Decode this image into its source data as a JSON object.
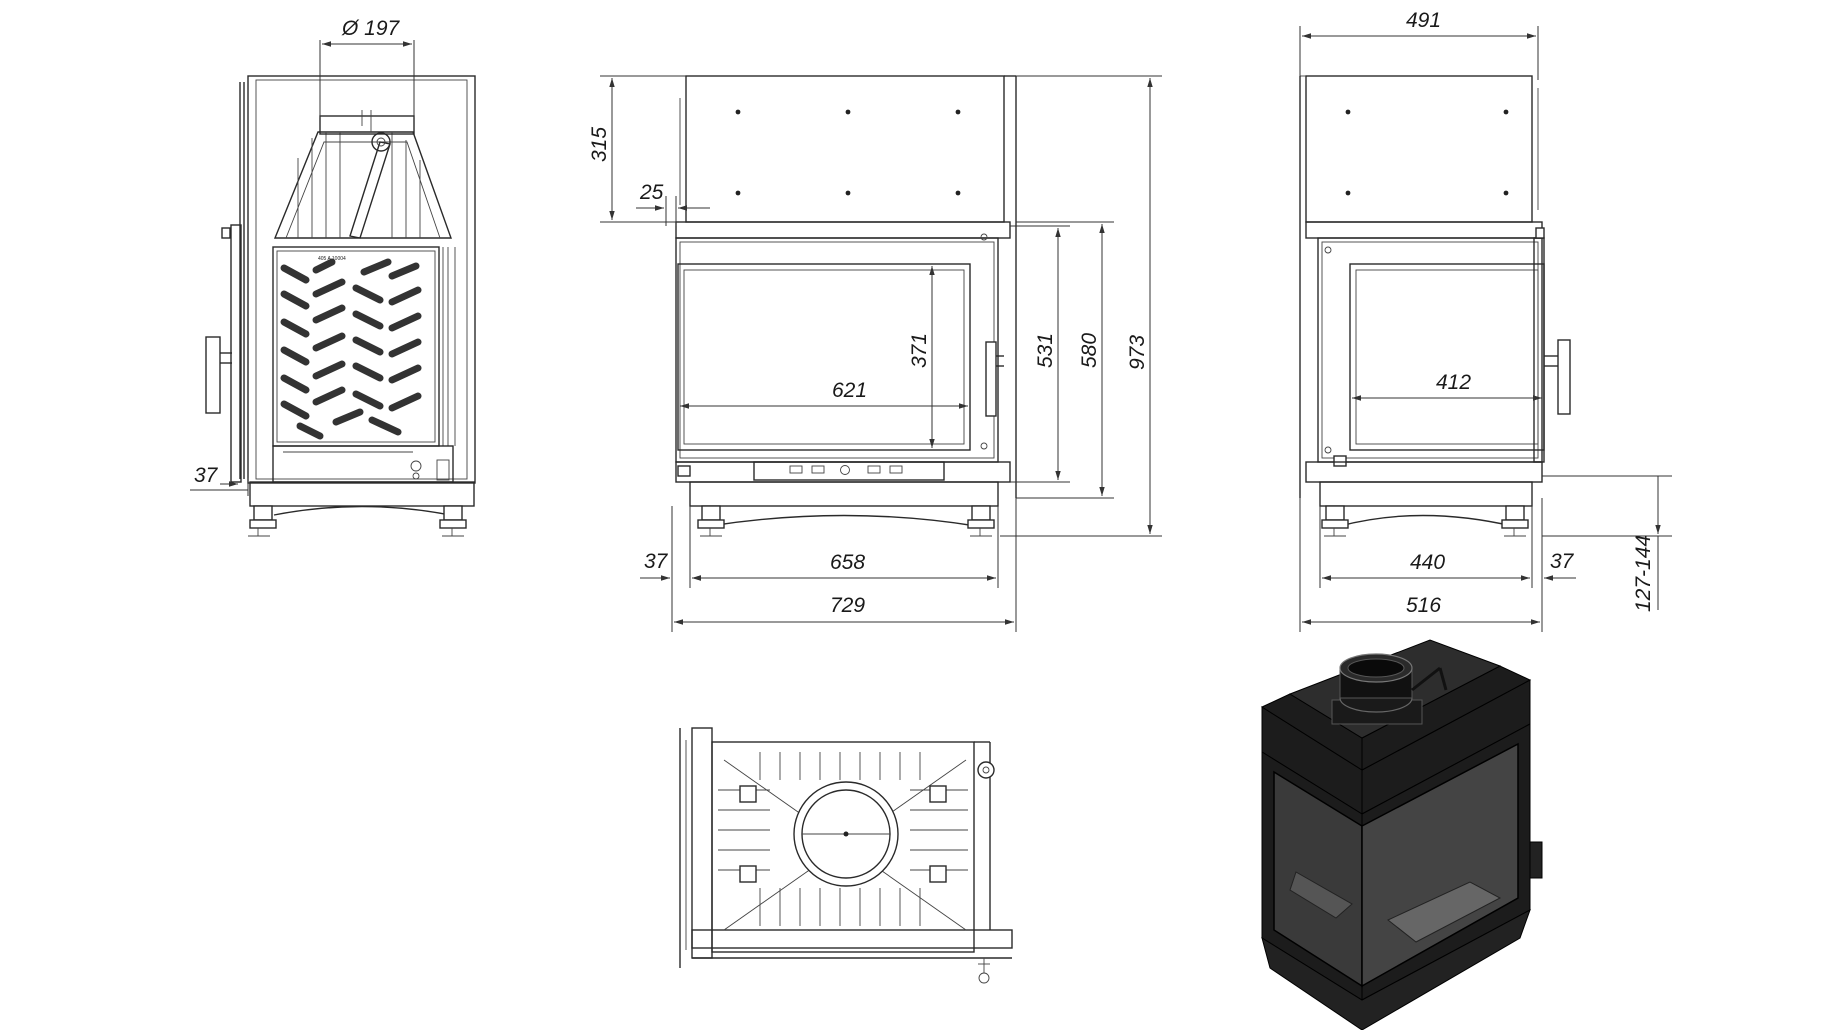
{
  "dimensions": {
    "flue_diameter": "Ø 197",
    "side_offset_left": "37",
    "top_height": "315",
    "top_step": "25",
    "glass_height": "371",
    "glass_width": "621",
    "door_height": "531",
    "body_height": "580",
    "total_height": "973",
    "front_bottom_offset": "37",
    "front_inner_width": "658",
    "front_total_width": "729",
    "side_top_width": "491",
    "side_glass_width": "412",
    "side_inner_width": "440",
    "side_offset_right": "37",
    "side_total_width": "516",
    "leg_adjust": "127-144"
  },
  "colors": {
    "line": "#2a2a2a",
    "render_dark": "#1c1c1c",
    "glass": "#3a3a3a"
  }
}
